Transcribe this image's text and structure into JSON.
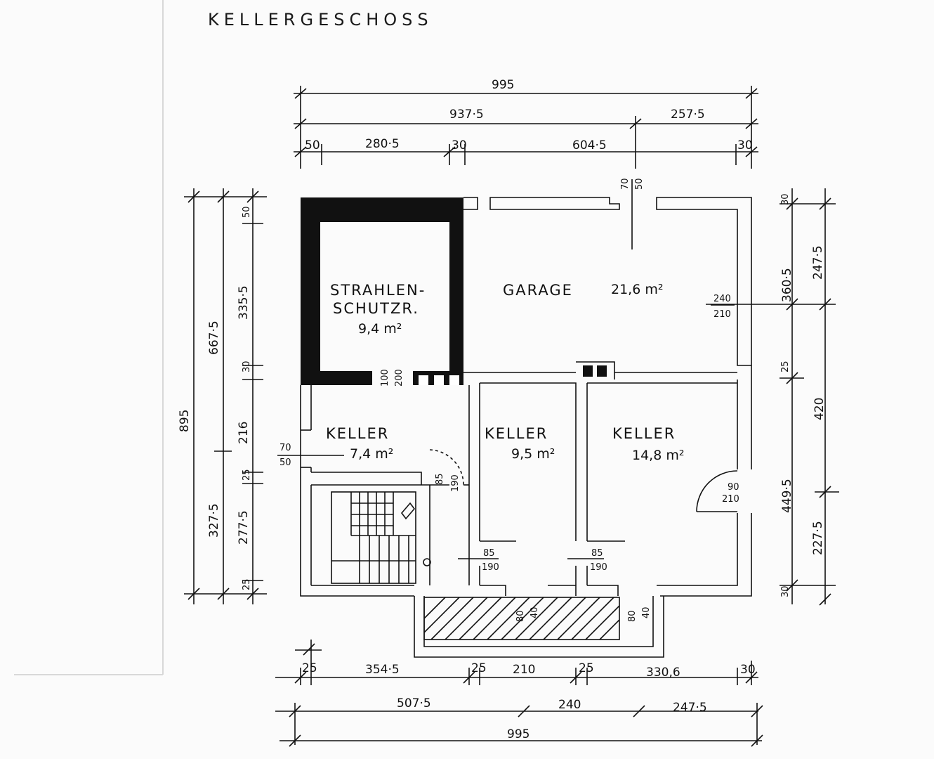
{
  "title": "KELLERGESCHOSS",
  "rooms": {
    "strahlenschutz": {
      "name_line1": "STRAHLEN-",
      "name_line2": "SCHUTZR.",
      "area": "9,4 m²"
    },
    "garage": {
      "name": "GARAGE",
      "area": "21,6 m²"
    },
    "keller_left": {
      "name": "KELLER",
      "area": "7,4 m²"
    },
    "keller_mid": {
      "name": "KELLER",
      "area": "9,5 m²"
    },
    "keller_right": {
      "name": "KELLER",
      "area": "14,8 m²"
    }
  },
  "dimensions": {
    "top_total": "995",
    "top_row2": [
      "937·5",
      "257·5"
    ],
    "top_row3": [
      "50",
      "280·5",
      "30",
      "604·5",
      "30"
    ],
    "bottom_row1": [
      "25",
      "354·5",
      "25",
      "210",
      "25",
      "330,6",
      "30"
    ],
    "bottom_row2": [
      "507·5",
      "240",
      "247·5"
    ],
    "bottom_total": "995",
    "left_total": "895",
    "left_col2": [
      "667·5",
      "327·5"
    ],
    "left_col3": [
      "50",
      "335·5",
      "30",
      "216",
      "25",
      "277·5",
      "25"
    ],
    "right_col1": [
      "30",
      "360·5",
      "25",
      "449·5",
      "30"
    ],
    "right_col2": [
      "247·5",
      "420",
      "227·5"
    ]
  },
  "openings": {
    "garage_door_top": [
      "70",
      "50"
    ],
    "garage_side_door": [
      "240",
      "210"
    ],
    "shelter_door": [
      "100",
      "200"
    ],
    "keller_left_window": [
      "70",
      "50"
    ],
    "stair_door": [
      "85",
      "190"
    ],
    "keller_mid_door": [
      "85",
      "190"
    ],
    "keller_right_door": [
      "85",
      "190"
    ],
    "keller_right_window": [
      "90",
      "210"
    ],
    "light_well_left": [
      "80",
      "40"
    ],
    "light_well_right": [
      "80",
      "40"
    ]
  }
}
